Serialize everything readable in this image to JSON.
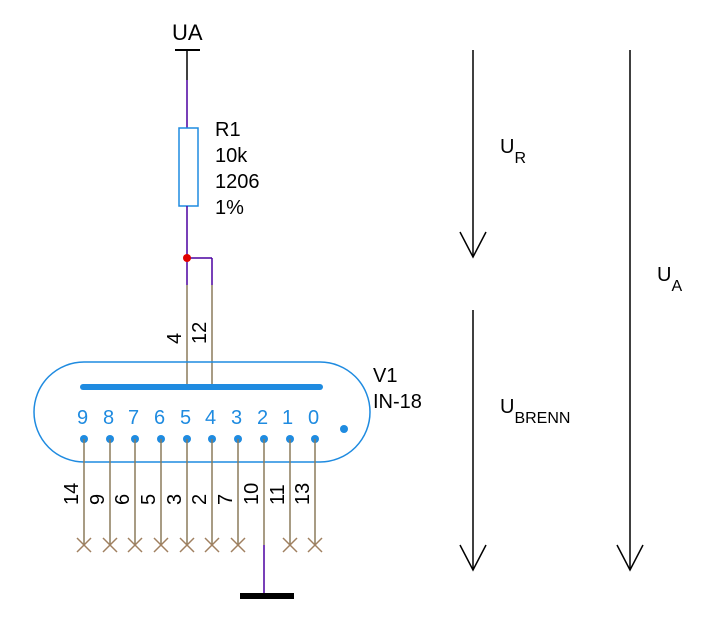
{
  "supply": {
    "label": "UA"
  },
  "resistor": {
    "designator": "R1",
    "value": "10k",
    "package": "1206",
    "tolerance": "1%"
  },
  "tube": {
    "designator": "V1",
    "type": "IN-18",
    "digits": [
      "9",
      "8",
      "7",
      "6",
      "5",
      "4",
      "3",
      "2",
      "1",
      "0"
    ],
    "anode_pins": [
      "4",
      "12"
    ],
    "cathode_pins": [
      "14",
      "9",
      "6",
      "5",
      "3",
      "2",
      "7",
      "10",
      "11",
      "13"
    ]
  },
  "voltages": {
    "ur": {
      "main": "U",
      "sub": "R"
    },
    "ubrenn": {
      "main": "U",
      "sub": "BRENN"
    },
    "ua": {
      "main": "U",
      "sub": "A"
    }
  },
  "colors": {
    "wire": "#8a7a5a",
    "wire_purple": "#4a00a0",
    "symbol": "#1f8be0",
    "junction": "#e00000",
    "nc_mark": "#a08060"
  }
}
